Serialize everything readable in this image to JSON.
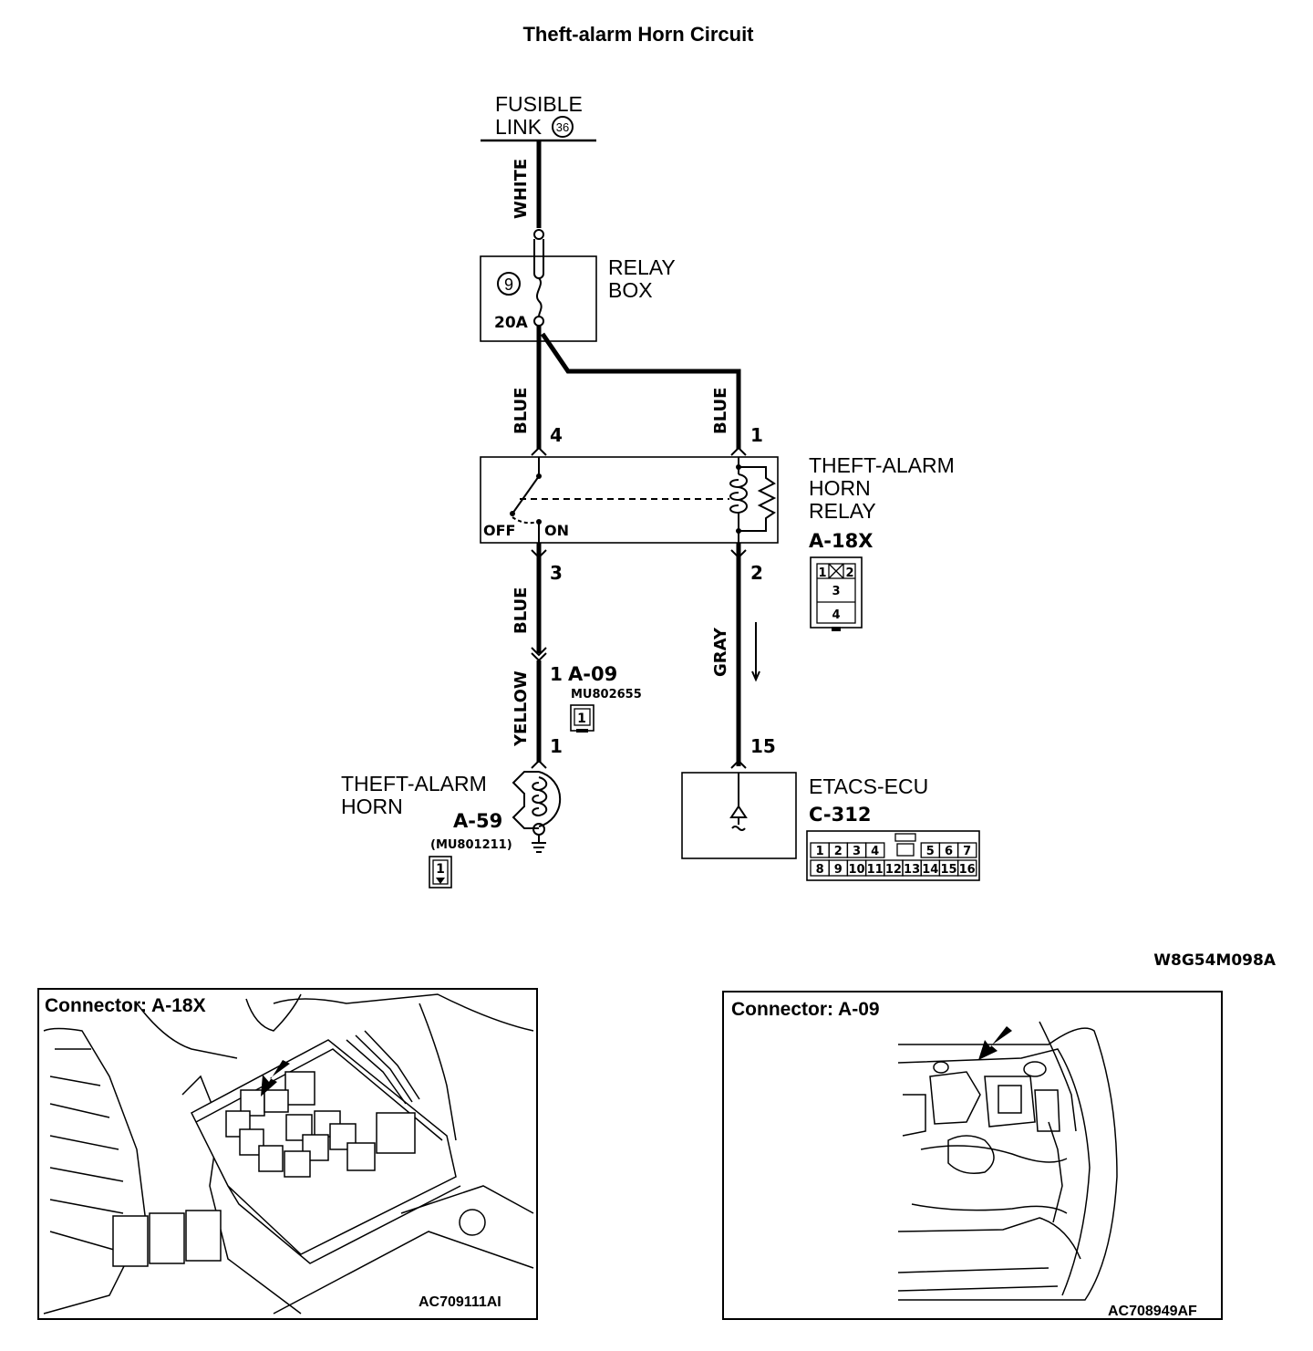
{
  "title": "Theft-alarm Horn Circuit",
  "fusible_link": {
    "line1": "FUSIBLE",
    "line2": "LINK",
    "number": "36"
  },
  "relay_box": {
    "line1": "RELAY",
    "line2": "BOX",
    "fuse_number": "9",
    "fuse_rating": "20A"
  },
  "horn_relay": {
    "line1": "THEFT-ALARM",
    "line2": "HORN",
    "line3": "RELAY",
    "connector": "A-18X",
    "switch_off": "OFF",
    "switch_on": "ON",
    "pin_diagram": [
      "1",
      "2",
      "3",
      "4"
    ]
  },
  "horn": {
    "line1": "THEFT-ALARM",
    "line2": "HORN",
    "connector": "A-59",
    "part_number": "(MU801211)",
    "pin": "1"
  },
  "joint_connector": {
    "name": "A-09",
    "part_number": "MU802655",
    "pin": "1"
  },
  "ecu": {
    "name": "ETACS-ECU",
    "connector": "C-312",
    "pins_row1": [
      "1",
      "2",
      "3",
      "4",
      "",
      "5",
      "6",
      "7"
    ],
    "pins_row2": [
      "8",
      "9",
      "10",
      "11",
      "12",
      "13",
      "14",
      "15",
      "16"
    ]
  },
  "wires": {
    "white": "WHITE",
    "blue_left_upper": "BLUE",
    "blue_right": "BLUE",
    "blue_left_lower": "BLUE",
    "gray": "GRAY",
    "yellow": "YELLOW"
  },
  "pins": {
    "relay_4": "4",
    "relay_1": "1",
    "relay_3": "3",
    "relay_2": "2",
    "a09_1": "1",
    "horn_1": "1",
    "ecu_15": "15"
  },
  "diagram_code": "W8G54M098A",
  "panels": [
    {
      "title": "Connector: A-18X",
      "code": "AC709111AI"
    },
    {
      "title": "Connector: A-09",
      "code": "AC708949AF"
    }
  ]
}
